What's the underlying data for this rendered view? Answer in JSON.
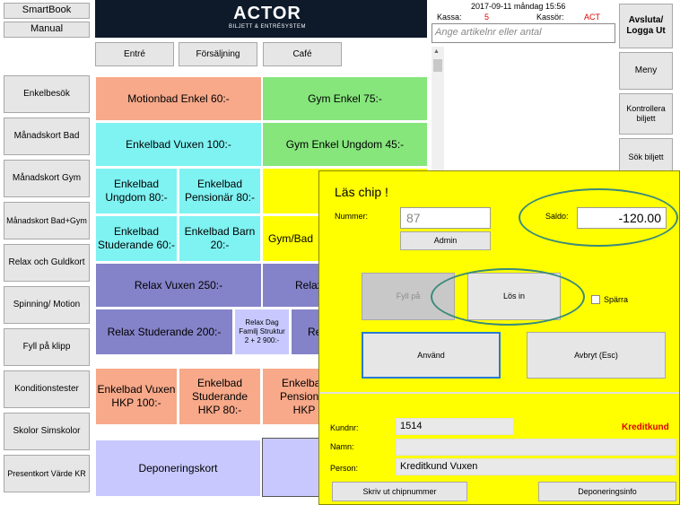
{
  "topleft": {
    "smartbook": "SmartBook",
    "manual": "Manual"
  },
  "logo": {
    "name": "ACTOR",
    "tagline": "BILJETT & ENTRÉSYSTEM"
  },
  "header": {
    "datetime": "2017-09-11 måndag 15:56",
    "kassa_label": "Kassa:",
    "kassa_value": "5",
    "kassor_label": "Kassör:",
    "kassor_value": "ACT",
    "input_placeholder": "Ange artikelnr eller antal"
  },
  "tabs": [
    "Entré",
    "Försäljning",
    "Café"
  ],
  "sidebar": [
    "Enkelbesök",
    "Månadskort Bad",
    "Månadskort Gym",
    "Månadskort Bad+Gym",
    "Relax och Guldkort",
    "Spinning/ Motion",
    "Fyll på klipp",
    "Konditionstester",
    "Skolor Simskolor",
    "Presentkort Värde KR"
  ],
  "right_buttons": [
    "Avsluta/ Logga Ut",
    "Meny",
    "Kontrollera biljett",
    "Sök biljett"
  ],
  "tiles": {
    "motionbad": "Motionbad Enkel 60:-",
    "gym_enkel": "Gym Enkel 75:-",
    "enkelbad_vuxen": "Enkelbad Vuxen 100:-",
    "gym_ungdom": "Gym Enkel Ungdom 45:-",
    "enkelbad_ungdom": "Enkelbad Ungdom 80:-",
    "enkelbad_pensionar": "Enkelbad Pensionär 80:-",
    "gym_partial1": "Gym/",
    "enkelbad_studerande": "Enkelbad Studerande 60:-",
    "enkelbad_barn": "Enkelbad Barn 20:-",
    "gym_bad_partial": "Gym/Bad",
    "relax_vuxen": "Relax Vuxen 250:-",
    "relax_partial": "Relax",
    "relax_studerande": "Relax Studerande 200:-",
    "relax_dag": "Relax Dag Familj Struktur 2 + 2 900:-",
    "re_partial": "Re",
    "hkp_vuxen": "Enkelbad Vuxen HKP 100:-",
    "hkp_studerande": "Enkelbad Studerande HKP 80:-",
    "hkp_pensionar": "Enkelbad Pensionär HKP",
    "deponeringskort": "Deponeringskort"
  },
  "dialog": {
    "title": "Läs chip !",
    "nummer_label": "Nummer:",
    "nummer_value": "87",
    "admin_button": "Admin",
    "saldo_label": "Saldo:",
    "saldo_value": "-120.00",
    "fyll_pa": "Fyll på",
    "los_in": "Lös in",
    "sparra": "Spärra",
    "anvand": "Använd",
    "avbryt": "Avbryt (Esc)",
    "kundnr_label": "Kundnr:",
    "kundnr_value": "1514",
    "kreditkund": "Kreditkund",
    "namn_label": "Namn:",
    "namn_value": "",
    "person_label": "Person:",
    "person_value": "Kreditkund Vuxen",
    "skriv_ut": "Skriv ut chipnummer",
    "deponeringsinfo": "Deponeringsinfo"
  },
  "colors": {
    "dialog_bg": "#ffff00",
    "highlight_ring": "#3a8a7a",
    "kreditkund_text": "#e00000",
    "logo_bg": "#0e1a2a"
  }
}
